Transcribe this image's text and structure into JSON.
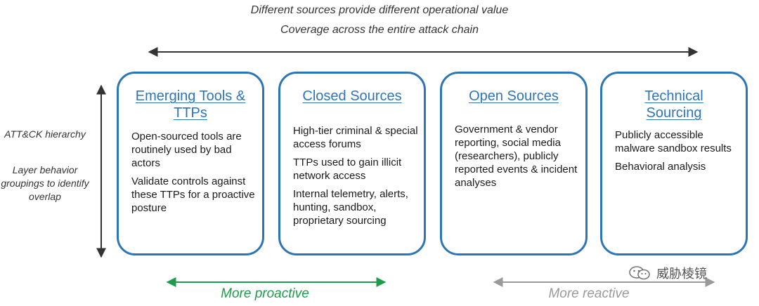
{
  "header": {
    "line1": "Different sources provide different operational value",
    "line2": "Coverage across the entire attack chain"
  },
  "side_labels": {
    "label1": "ATT&CK hierarchy",
    "label2": "Layer behavior groupings to identify overlap"
  },
  "cards": [
    {
      "title": [
        "Emerging Tools &",
        "TTPs"
      ],
      "items": [
        "Open-sourced tools are routinely used by bad actors",
        "Validate controls against these TTPs for a proactive posture"
      ]
    },
    {
      "title": [
        "Closed Sources"
      ],
      "items": [
        "High-tier criminal & special access forums",
        "TTPs used to gain illicit network access",
        "Internal telemetry, alerts, hunting, sandbox, proprietary sourcing"
      ]
    },
    {
      "title": [
        "Open Sources"
      ],
      "items": [
        "Government & vendor reporting, social media (researchers), publicly reported events & incident analyses"
      ]
    },
    {
      "title": [
        "Technical",
        "Sourcing"
      ],
      "items": [
        "Publicly accessible malware sandbox results",
        "Behavioral analysis"
      ]
    }
  ],
  "bottom": {
    "proactive": "More proactive",
    "reactive": "More reactive"
  },
  "watermark": {
    "text": "威胁棱镜",
    "icon": "wechat-icon"
  },
  "colors": {
    "card_border": "#2e75b6",
    "title": "#2e75b6",
    "proactive": "#1e9c4c",
    "reactive": "#9a9a9a",
    "arrow": "#333333"
  }
}
